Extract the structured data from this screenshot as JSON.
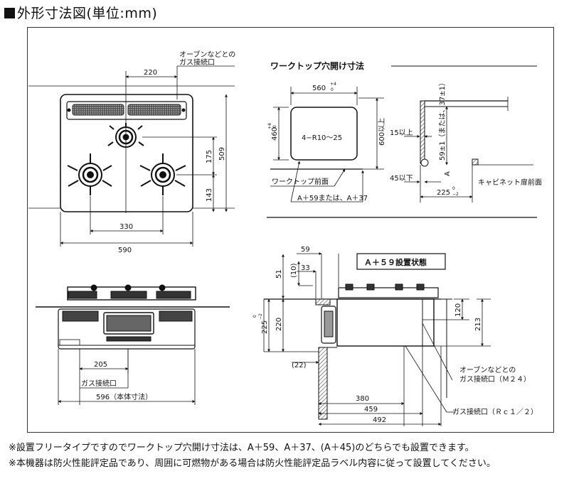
{
  "title": "外形寸法図(単位:mm)",
  "top_view": {
    "gas_note_1": "オーブンなどとの",
    "gas_note_2": "ガス接続口",
    "d_220": "220",
    "d_509": "509",
    "d_175": "175",
    "d_143": "143",
    "d_330": "330",
    "d_590": "590"
  },
  "cutout": {
    "title": "ワークトップ穴開け寸法",
    "d_560": "560",
    "d_560_tol_top": "+4",
    "d_560_tol_bot": "0",
    "d_460": "460",
    "d_460_tol_top": "+4",
    "d_460_tol_bot": "0",
    "radius": "4−R10〜25",
    "d_600": "600以上",
    "front_label": "ワークトップ前面",
    "a_label": "A＋59または、A＋37",
    "d_15": "15以上",
    "d_45": "45以下",
    "d_59": "59±1（または、37±1）",
    "a_mark": "A",
    "cabinet_label": "キャビネット扉前面",
    "d_225": "225",
    "d_225_tol_top": "0",
    "d_225_tol_bot": "−2"
  },
  "front_view": {
    "d_205": "205",
    "gas_label": "ガス接続口",
    "d_596": "596（本体寸法）"
  },
  "side_view": {
    "state_label": "Ａ＋５９設置状態",
    "d_59": "59",
    "d_33": "33",
    "d_51": "51",
    "d_10": "(10)",
    "d_225": "225",
    "d_225_tol_top": "0",
    "d_225_tol_bot": "−2",
    "d_220": "220",
    "d_22": "(22)",
    "d_120": "120",
    "d_213": "213",
    "d_380": "380",
    "d_459": "459",
    "d_492": "492",
    "oven_note_1": "オーブンなどとの",
    "oven_note_2": "ガス接続口（Ｍ２４）",
    "gas_note": "ガス接続口（Ｒｃ１／２）"
  },
  "notes": {
    "line1": "※設置フリータイプですのでワークトップ穴開け寸法は、A＋59、A＋37、(A＋45)のどちらでも設置できます。",
    "line2": "※本機器は防火性能評定品であり、周囲に可燃物がある場合は防火性能評定品ラベル内容に従って設置してください。"
  }
}
